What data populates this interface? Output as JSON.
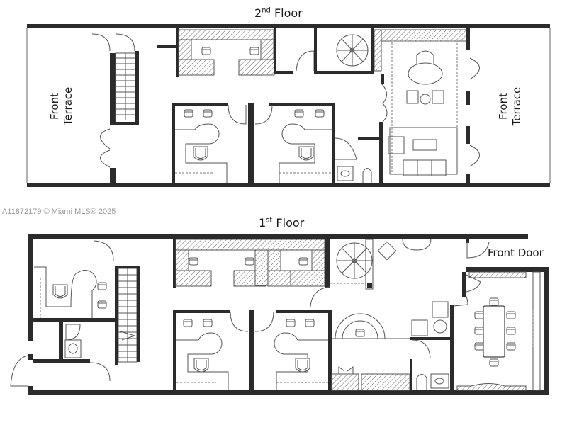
{
  "watermark": "A11872179 © Miami MLS® 2025",
  "second_floor": {
    "title_num": "2",
    "title_suffix": "nd",
    "title_word": "Floor",
    "left_label_line1": "Front",
    "left_label_line2": "Terrace",
    "right_label_line1": "Front",
    "right_label_line2": "Terrace"
  },
  "first_floor": {
    "title_num": "1",
    "title_suffix": "st",
    "title_word": "Floor",
    "front_door_label": "Front Door"
  },
  "colors": {
    "wall": "#2b2b2b",
    "line": "#555555",
    "background": "#ffffff",
    "watermark": "#9a9a9a"
  }
}
